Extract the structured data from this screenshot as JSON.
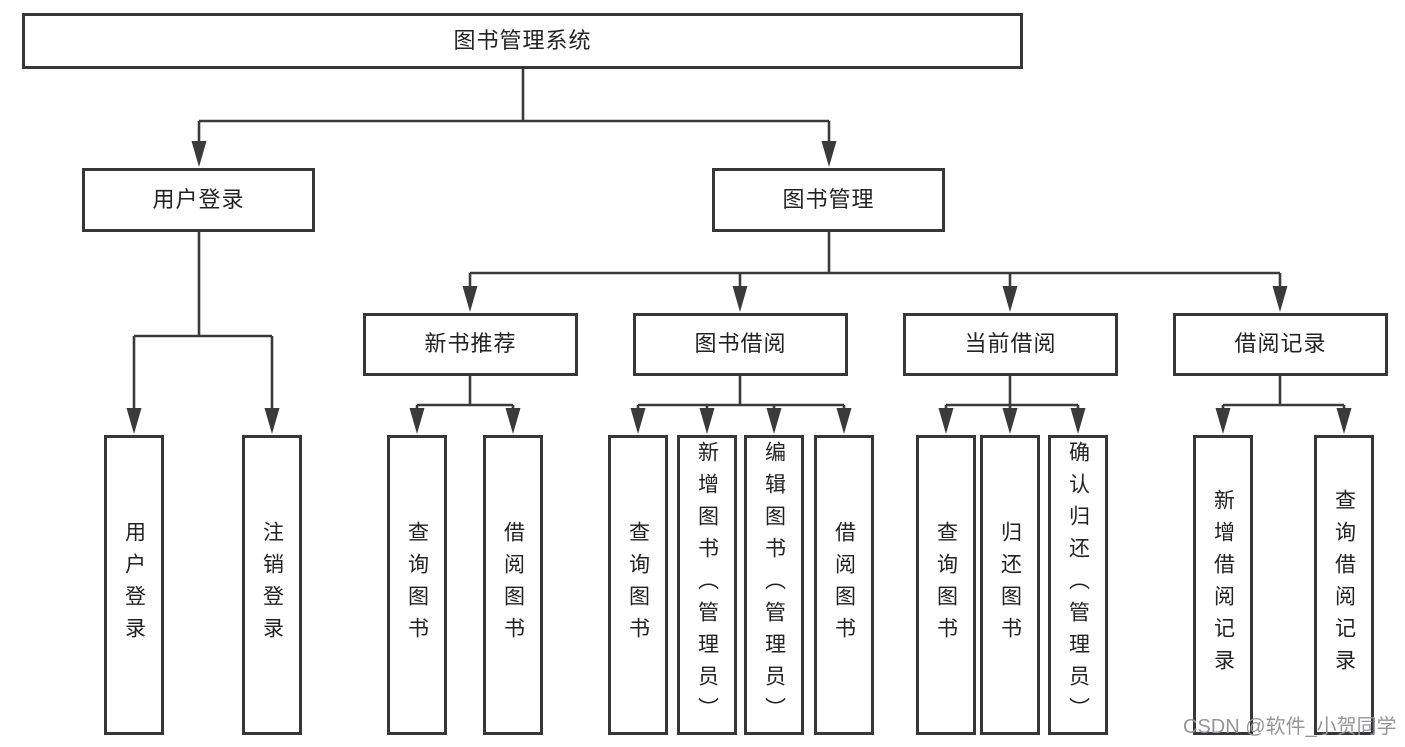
{
  "diagram": {
    "nodes": {
      "root": "图书管理系统",
      "user_login": "用户登录",
      "book_mgmt": "图书管理",
      "new_book_rec": "新书推荐",
      "book_borrow": "图书借阅",
      "current_borrow": "当前借阅",
      "borrow_records": "借阅记录",
      "leaf_user_login": "用户登录",
      "leaf_logout": "注销登录",
      "leaf_query_book_rec": "查询图书",
      "leaf_borrow_book_rec": "借阅图书",
      "leaf_query_book_borrow": "查询图书",
      "leaf_add_book_admin": "新增图书（管理员）",
      "leaf_edit_book_admin": "编辑图书（管理员）",
      "leaf_borrow_book_borrow": "借阅图书",
      "leaf_query_book_current": "查询图书",
      "leaf_return_book": "归还图书",
      "leaf_confirm_return_admin": "确认归还（管理员）",
      "leaf_add_borrow_record": "新增借阅记录",
      "leaf_query_borrow_record": "查询借阅记录"
    }
  },
  "watermark": {
    "text": "CSDN @软件_小贺同学"
  },
  "colors": {
    "box_border": "#373737",
    "connector_line": "#3a3a3a",
    "text": "#222222",
    "watermark": "#95959a",
    "background": "#ffffff"
  }
}
